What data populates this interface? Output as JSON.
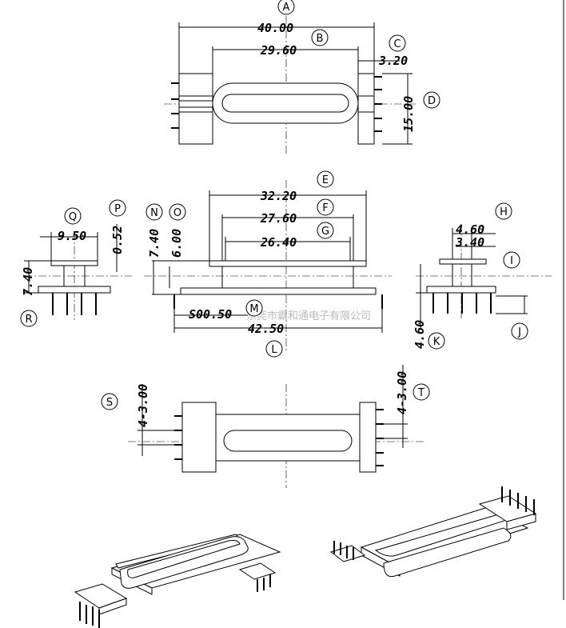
{
  "dims": {
    "A": "40.00",
    "B": "29.60",
    "C": "3.20",
    "D": "15.00",
    "E": "32.20",
    "F": "27.60",
    "G": "26.40",
    "H": "4.60",
    "I": "3.40",
    "J": "4.60",
    "L": "42.50",
    "M": "S00.50",
    "N": "7.40",
    "O": "6.00",
    "P": "0.52",
    "Q": "9.50",
    "R": "7.40",
    "S": "4-3.00",
    "T": "4-3.00"
  },
  "letters": [
    "A",
    "B",
    "C",
    "D",
    "E",
    "F",
    "G",
    "H",
    "I",
    "J",
    "K",
    "L",
    "M",
    "N",
    "O",
    "P",
    "Q",
    "R",
    "S",
    "T"
  ],
  "watermark": "东莞市霸和通电子有限公司"
}
